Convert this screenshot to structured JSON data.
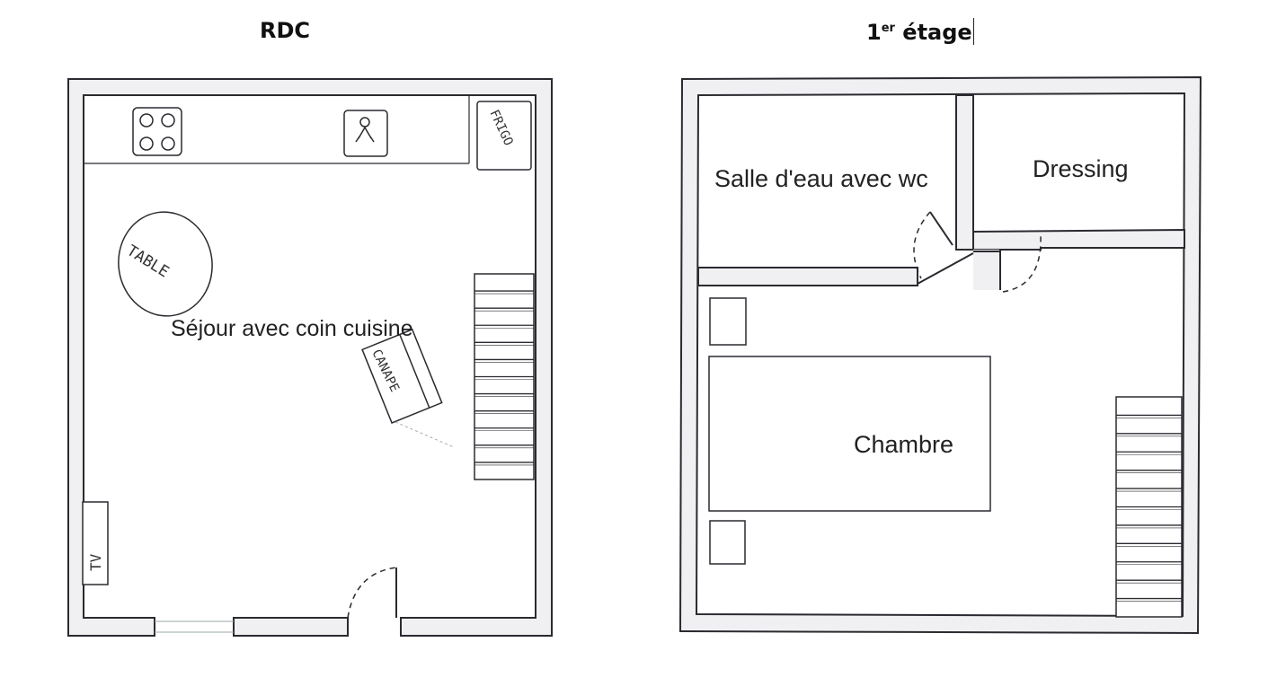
{
  "plans": {
    "rdc": {
      "title": "RDC",
      "rooms": {
        "sejour": "Séjour avec coin cuisine"
      },
      "furniture": {
        "table": "TABLE",
        "frigo": "FRIGO",
        "canape": "CANAPE",
        "tv": "TV"
      }
    },
    "etage": {
      "title_number": "1",
      "title_suffix": "er",
      "title_word": "étage",
      "rooms": {
        "salle_eau": "Salle d'eau avec wc",
        "dressing": "Dressing",
        "chambre": "Chambre"
      }
    }
  },
  "colors": {
    "wall_fill": "#f0f0f2",
    "stroke": "#2a2a30",
    "background": "#ffffff"
  }
}
